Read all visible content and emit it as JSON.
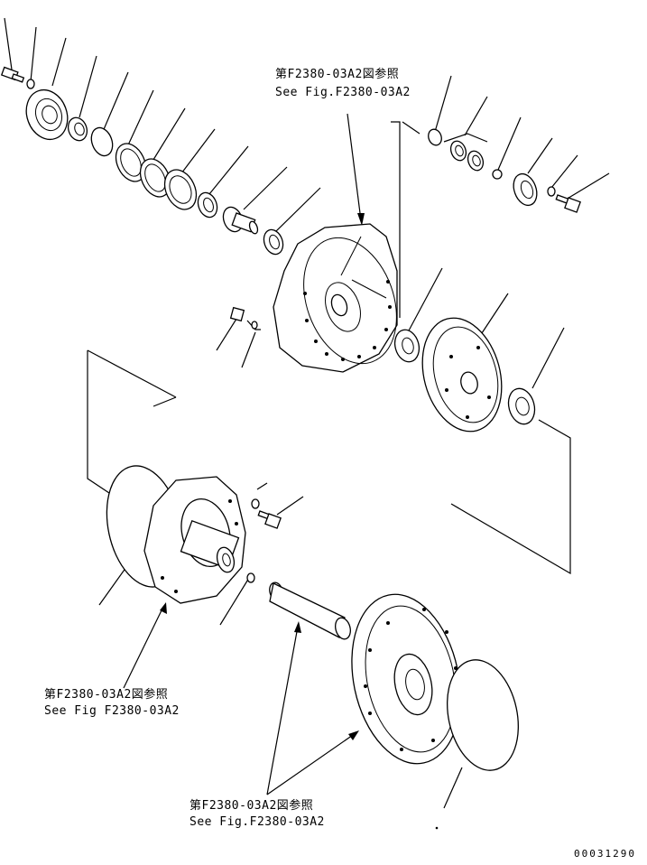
{
  "references": {
    "top_jp": "第F2380-03A2図参照",
    "top_en": "See Fig.F2380-03A2",
    "left_jp": "第F2380-03A2図参照",
    "left_en": "See Fig F2380-03A2",
    "bottom_jp": "第F2380-03A2図参照",
    "bottom_en": "See Fig.F2380-03A2"
  },
  "drawing_number": "00031290",
  "colors": {
    "line": "#000000",
    "background": "#ffffff"
  }
}
